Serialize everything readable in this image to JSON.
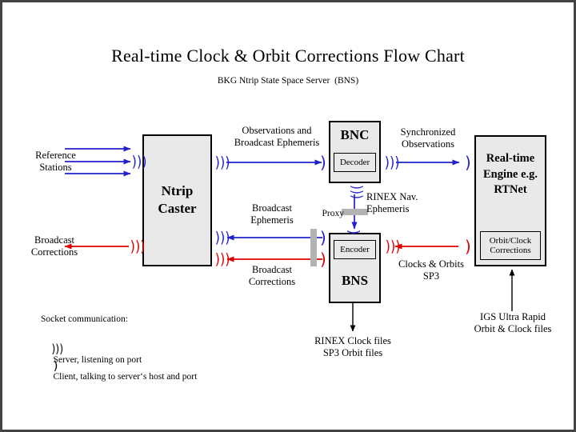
{
  "page": {
    "title": "Real-time Clock & Orbit Corrections Flow Chart",
    "subtitle": "BKG Ntrip State Space Server  (BNS)",
    "border_color": "#444444",
    "background": "#ffffff"
  },
  "colors": {
    "blue": "#2222cc",
    "red": "#dd0000",
    "black": "#000000",
    "box_fill": "#e9e9e9",
    "proxy_gray": "#b3b3b3"
  },
  "boxes": {
    "ntrip_caster": {
      "label": "Ntrip\nCaster"
    },
    "bnc": {
      "label": "BNC",
      "sub_label": "Decoder"
    },
    "bns": {
      "label": "BNS",
      "sub_label": "Encoder"
    },
    "rtnet": {
      "label": "Real-time\nEngine\ne.g. RTNet",
      "sub_label": "Orbit/Clock\nCorrections"
    }
  },
  "labels": {
    "reference_stations": "Reference\nStations",
    "broadcast_corrections_left": "Broadcast\nCorrections",
    "observations_and_ephemeris": "Observations and\nBroadcast Ephemeris",
    "synchronized_observations": "Synchronized\nObservations",
    "rinex_nav_ephemeris": "RINEX Nav.\nEphemeris",
    "broadcast_ephemeris": "Broadcast\nEphemeris",
    "broadcast_corrections_mid": "Broadcast\nCorrections",
    "proxy": "Proxy",
    "clocks_orbits_sp3": "Clocks & Orbits\nSP3",
    "rinex_clock_files": "RINEX Clock files\nSP3 Orbit files",
    "igs_ultra_rapid": "IGS Ultra Rapid\nOrbit & Clock files"
  },
  "legend": {
    "heading": "Socket communication:",
    "server_glyph": "server-wave-icon",
    "server_text": "Server, listening on port",
    "client_glyph": "client-arc-icon",
    "client_text": "Client, talking to server‘s host and port"
  },
  "sockets": {
    "server_symbol": ")))",
    "client_symbol": ")"
  },
  "chart_data": {
    "type": "diagram",
    "nodes": [
      {
        "id": "reference_stations",
        "label": "Reference Stations",
        "kind": "text"
      },
      {
        "id": "ntrip_caster",
        "label": "Ntrip Caster",
        "kind": "box"
      },
      {
        "id": "bnc",
        "label": "BNC",
        "kind": "box"
      },
      {
        "id": "bns",
        "label": "BNS",
        "kind": "box"
      },
      {
        "id": "rtnet",
        "label": "Real-time Engine e.g. RTNet",
        "kind": "box"
      }
    ],
    "edges": [
      {
        "from": "reference_stations",
        "to": "ntrip_caster",
        "color": "blue",
        "label": ""
      },
      {
        "from": "ntrip_caster",
        "to": "bnc",
        "color": "blue",
        "label": "Observations and Broadcast Ephemeris"
      },
      {
        "from": "bnc",
        "to": "rtnet",
        "color": "blue",
        "label": "Synchronized Observations"
      },
      {
        "from": "bnc",
        "to": "bns",
        "color": "blue",
        "label": "RINEX Nav. Ephemeris"
      },
      {
        "from": "bns",
        "to": "ntrip_caster",
        "color": "blue",
        "label": "Broadcast Ephemeris"
      },
      {
        "from": "rtnet",
        "to": "bns",
        "color": "red",
        "label": "Clocks & Orbits SP3"
      },
      {
        "from": "bns",
        "to": "ntrip_caster",
        "color": "red",
        "label": "Broadcast Corrections"
      },
      {
        "from": "ntrip_caster",
        "to": "broadcast_corrections",
        "color": "red",
        "label": "Broadcast Corrections"
      },
      {
        "from": "bns",
        "to": "rinex_clock_files",
        "color": "black",
        "label": "RINEX Clock files SP3 Orbit files"
      },
      {
        "from": "igs_ultra_rapid",
        "to": "rtnet",
        "color": "black",
        "label": "IGS Ultra Rapid Orbit & Clock files"
      }
    ]
  }
}
